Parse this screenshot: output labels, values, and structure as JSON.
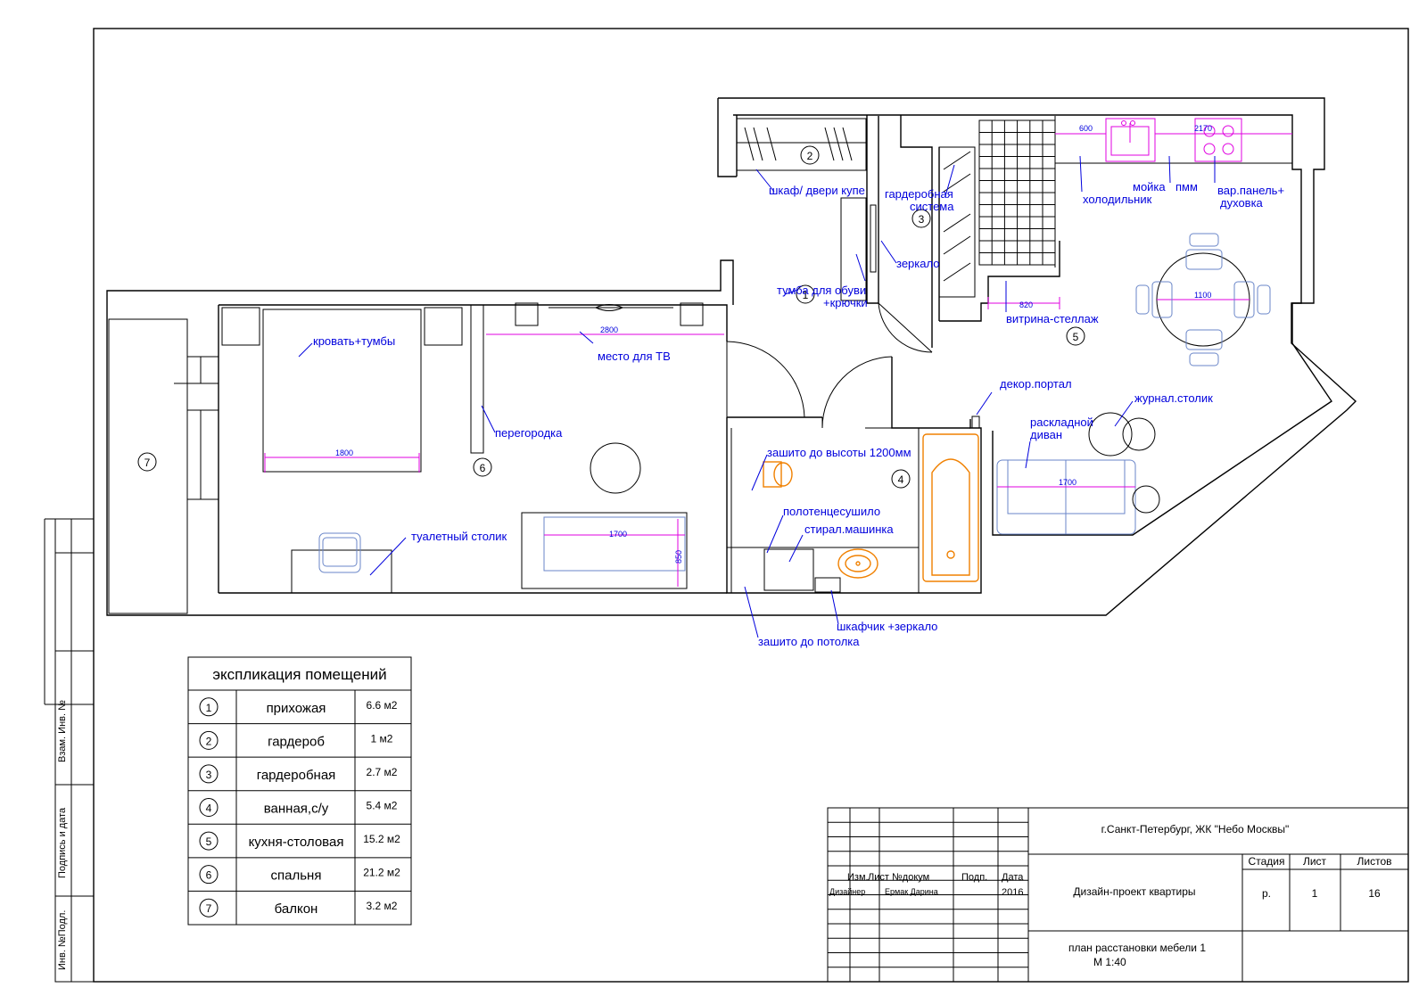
{
  "labels": {
    "wardrobe_doors": "шкаф/ двери купе",
    "wardrobe_system": "гардеробная\nсистема",
    "mirror": "зеркало",
    "shoe_cabinet": "тумба для обуви\n+крючки",
    "fridge": "холодильник",
    "sink": "мойка",
    "dishwasher": "пмм",
    "hob": "вар.панель+\nдуховка",
    "showcase": "витрина-стеллаж",
    "bed": "кровать+тумбы",
    "tv": "место для ТВ",
    "partition": "перегородка",
    "dressing_table": "туалетный столик",
    "sewn_1200": "зашито до высоты 1200мм",
    "towel_dryer": "полотенцесушило",
    "washer": "стирал.машинка",
    "cabinet_mirror": "шкафчик +зеркало",
    "sewn_ceiling": "зашито до потолка",
    "portal": "декор.портал",
    "coffee_table": "журнал.столик",
    "sofa_bed": "раскладной\nдиван"
  },
  "dimensions": {
    "d600": "600",
    "d2170": "2170",
    "d820": "820",
    "d1100": "1100",
    "d2800": "2800",
    "d1800": "1800",
    "d1700a": "1700",
    "d850": "850",
    "d1700b": "1700"
  },
  "room_markers": [
    "1",
    "2",
    "3",
    "4",
    "5",
    "6",
    "7"
  ],
  "explication": {
    "title": "экспликация помещений",
    "rows": [
      {
        "num": "1",
        "name": "прихожая",
        "area": "6.6 м2"
      },
      {
        "num": "2",
        "name": "гардероб",
        "area": "1 м2"
      },
      {
        "num": "3",
        "name": "гардеробная",
        "area": "2.7 м2"
      },
      {
        "num": "4",
        "name": "ванная,с/у",
        "area": "5.4 м2"
      },
      {
        "num": "5",
        "name": "кухня-столовая",
        "area": "15.2 м2"
      },
      {
        "num": "6",
        "name": "спальня",
        "area": "21.2 м2"
      },
      {
        "num": "7",
        "name": "балкон",
        "area": "3.2 м2"
      }
    ]
  },
  "side_labels": {
    "vzam": "Взам. Инв. №",
    "podpis": "Подпись и дата",
    "inv": "Инв. №Подл."
  },
  "stamp": {
    "project": "г.Санкт-Петербург, ЖК \"Небо Москвы\"",
    "col_izm": "Изм.",
    "col_list": "Лист",
    "col_doc": "№докум",
    "col_podp": "Подп.",
    "col_data": "Дата",
    "role": "Дизайнер",
    "author": "Ермак Дарина",
    "year": "2016",
    "doc_title": "Дизайн-проект квартиры",
    "stage_h": "Стадия",
    "sheet_h": "Лист",
    "sheets_h": "Листов",
    "stage": "р.",
    "sheet": "1",
    "sheets": "16",
    "plan_title": "план расстановки мебели 1",
    "scale": "М 1:40"
  },
  "colors": {
    "labels": "#0000dd",
    "dimension_lines": "#e000e0",
    "plumbing": "#f08000",
    "furniture": "#6a86c8"
  }
}
